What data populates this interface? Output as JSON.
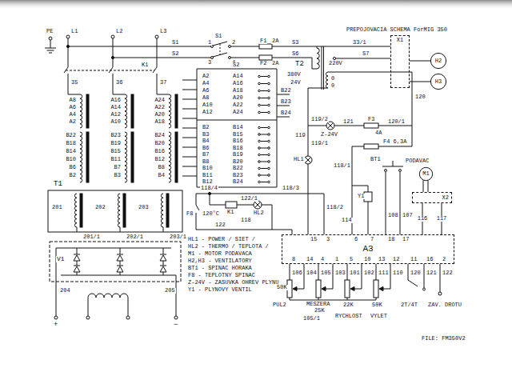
{
  "diagram": {
    "title": "PREPOJOVACIA SCHEMA ForMIG 350",
    "nodes": [
      {
        "text": [
          "X1"
        ]
      },
      {
        "text": [
          "H2"
        ]
      },
      {
        "text": [
          "H3"
        ]
      },
      {
        "text": [
          "M1"
        ]
      },
      {
        "text": [
          "X2"
        ]
      },
      {
        "text": [
          "A3"
        ]
      }
    ],
    "edges": [
      {
        "from": 0,
        "to": 1,
        "arrow": "none"
      },
      {
        "from": 0,
        "to": 2,
        "arrow": "none"
      },
      {
        "from": 3,
        "to": 4,
        "arrow": "none"
      },
      {
        "from": 3,
        "to": 4,
        "arrow": "none"
      },
      {
        "from": 4,
        "to": 5,
        "label": "116",
        "arrow": "none"
      },
      {
        "from": 4,
        "to": 5,
        "label": "117",
        "arrow": "none"
      }
    ],
    "labels": [
      "PE",
      "L1",
      "L2",
      "L3",
      "S1",
      "1",
      "2",
      "3",
      "4",
      "S1",
      "S2",
      "F1",
      "2A",
      "F2",
      "2A",
      "S3",
      "S6",
      "33/1",
      "S7",
      "220V",
      "T2",
      "380V",
      "24V",
      "0",
      "0",
      "K1",
      "S2",
      "35",
      "36",
      "37",
      "A8",
      "A6",
      "A4",
      "A2",
      "B22",
      "B18",
      "B14",
      "B10",
      "B6",
      "B2",
      "A16",
      "A14",
      "A12",
      "A10",
      "B23",
      "B19",
      "B15",
      "B11",
      "B7",
      "B3",
      "A24",
      "A22",
      "A20",
      "A18",
      "B24",
      "B20",
      "B16",
      "B12",
      "B8",
      "B4",
      "A2",
      "A4",
      "A6",
      "A8",
      "A10",
      "A12",
      "A14",
      "A16",
      "A18",
      "A20",
      "A22",
      "A24",
      "B2",
      "B3",
      "B4",
      "B6",
      "B7",
      "B8",
      "B10",
      "B11",
      "B12",
      "B14",
      "B15",
      "B16",
      "B18",
      "B19",
      "B20",
      "B22",
      "B23",
      "B24",
      "B22",
      "B23",
      "B24",
      "119/2",
      "Z-24V",
      "121",
      "F3",
      "4A",
      "120/1",
      "120",
      "119",
      "119/1",
      "HL1",
      "F4 6,3A",
      "BT1",
      "PODAVAC",
      "118/1",
      "Y1",
      "118/2",
      "114",
      "108",
      "107",
      "118/4",
      "122/1",
      "118/3",
      "K1",
      "HL2",
      "F8",
      "120°C",
      "118",
      "122",
      "HL1 - POWER / SIET /",
      "HL2 - THERMO / TEPLOTA /",
      "M1 - MOTOR PODAVACA",
      "H2,H3 - VENTILATORY",
      "BT1 - SPINAC HORAKA",
      "F8 - TEPLOTNY SPINAC",
      "Z-24V - ZASUVKA OHREV PLYNU",
      "Y1 - PLYNOVY VENTIL",
      "T1",
      "201",
      "202",
      "203",
      "201/1",
      "202/1",
      "203/1",
      "V1",
      "204",
      "205",
      "+",
      "−",
      "15",
      "3",
      "6",
      "7",
      "18",
      "17",
      "8",
      "14",
      "4",
      "1",
      "5",
      "10",
      "13",
      "12",
      "11",
      "16",
      "2",
      "106",
      "104",
      "105",
      "103",
      "101",
      "102",
      "111",
      "110",
      "120",
      "121",
      "122",
      "50K",
      "PUL2",
      "MESZERA",
      "25K",
      "105/1",
      "22K",
      "RYCHLOST",
      "50K",
      "VYLET",
      "2T/4T",
      "ZAV. DROTU",
      "FILE: FM350V2"
    ]
  }
}
